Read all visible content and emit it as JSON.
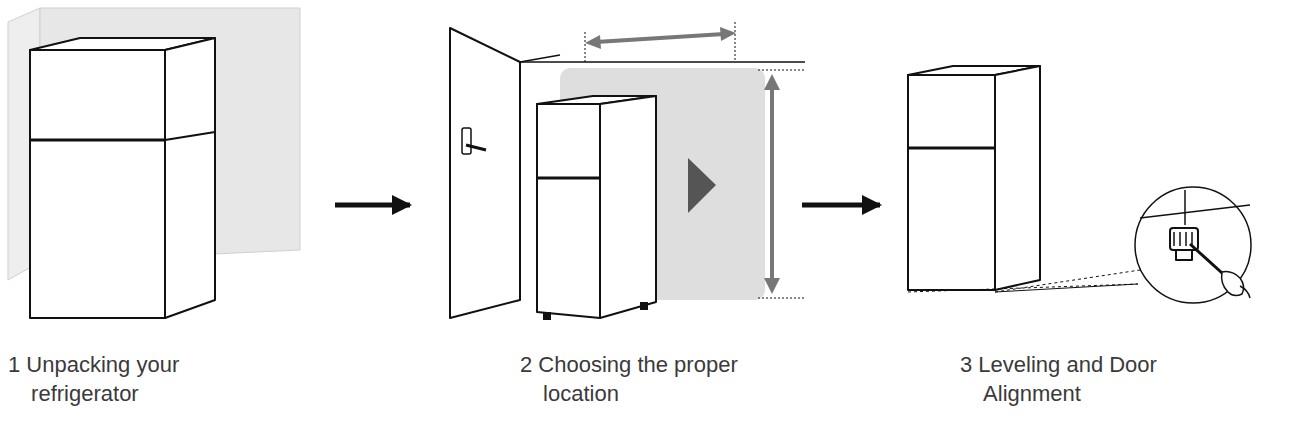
{
  "diagram": {
    "nodes": [
      {
        "text": [
          "1 Unpacking your refrigerator"
        ]
      },
      {
        "text": [
          "2 Choosing the proper location"
        ]
      },
      {
        "text": [
          "3 Leveling and Door Alignment"
        ]
      }
    ],
    "edges": [
      {
        "from": 0,
        "to": 1,
        "arrow": "to"
      },
      {
        "from": 1,
        "to": 2,
        "arrow": "to"
      }
    ]
  }
}
